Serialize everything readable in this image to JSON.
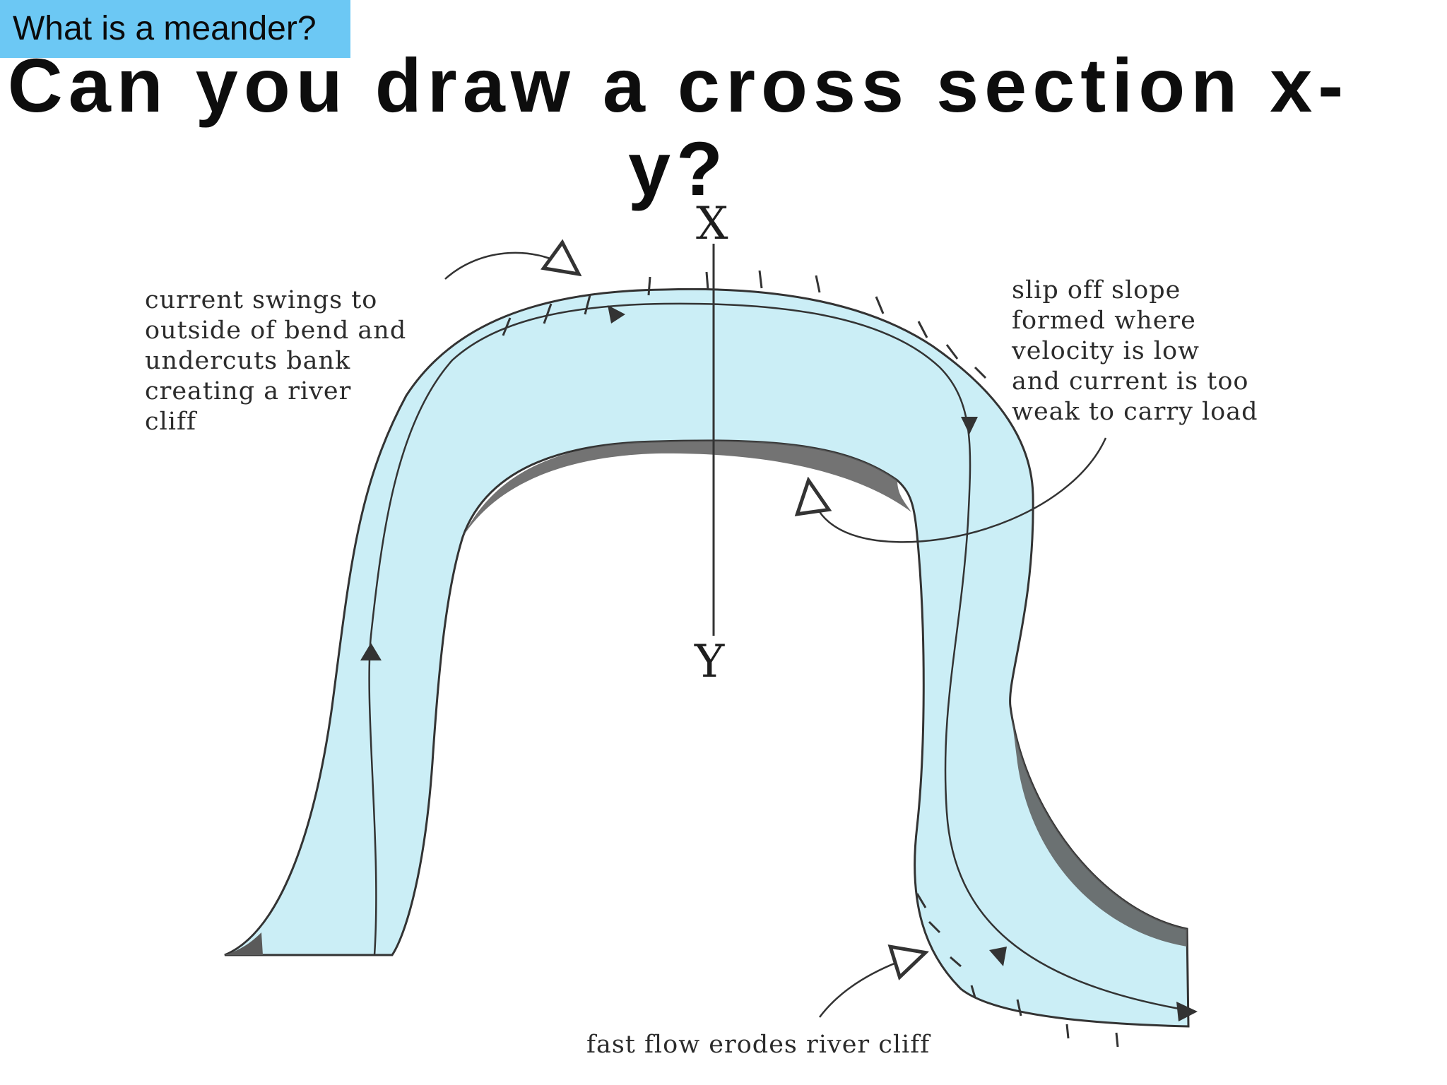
{
  "header_tag": "What is a meander?",
  "title": "Can you draw a cross section x-y?",
  "title_lines": [
    "Can you draw a cross section x-",
    "y?"
  ],
  "diagram": {
    "axis_top": "X",
    "axis_bottom": "Y",
    "label_river_cliff": [
      "current swings to",
      "outside of bend and",
      "undercuts bank",
      "creating a river",
      "cliff"
    ],
    "label_slip_off": [
      "slip off slope",
      "formed where",
      "velocity is low",
      "and current is too",
      "weak to carry load"
    ],
    "label_fast_flow": "fast flow erodes river cliff",
    "colors": {
      "water": "#cbeef6",
      "outline": "#333333",
      "shade": "#5a5a5a"
    }
  }
}
